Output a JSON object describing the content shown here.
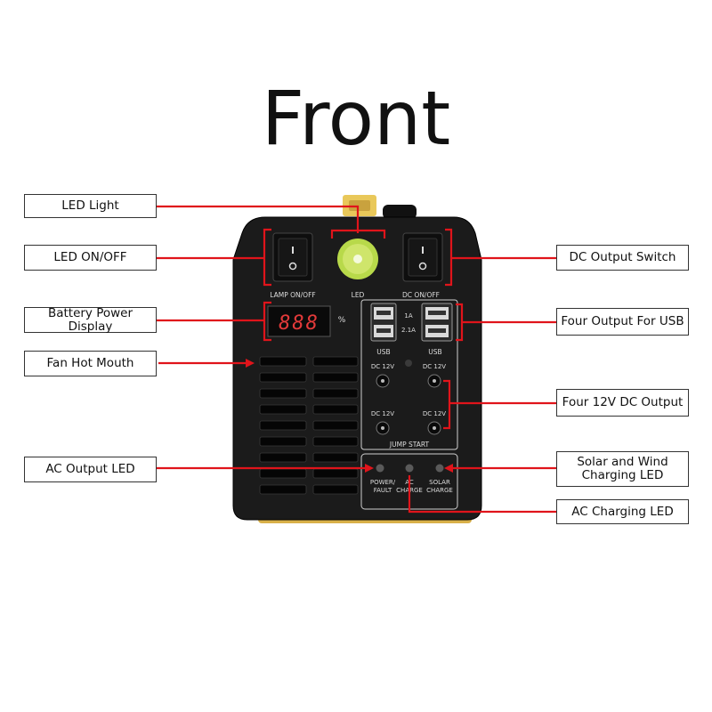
{
  "title": "Front",
  "callouts": {
    "led_light": "LED Light",
    "led_on_off": "LED ON/OFF",
    "battery_display": "Battery Power Display",
    "fan": "Fan Hot Mouth",
    "ac_output_led": "AC Output LED",
    "dc_switch": "DC Output Switch",
    "usb_outputs": "Four Output For USB",
    "dc_outputs": "Four 12V DC Output",
    "solar_wind_line1": "Solar and Wind",
    "solar_wind_line2": "Charging LED",
    "ac_charging_led": "AC Charging LED"
  },
  "device": {
    "lamp_label": "LAMP ON/OFF",
    "led_label": "LED",
    "dc_label": "DC ON/OFF",
    "display_value": "888",
    "percent": "%",
    "usb_a1": "1A",
    "usb_a2": "2.1A",
    "usb_left": "USB",
    "usb_right": "USB",
    "dc12v": "DC 12V",
    "jump_start": "JUMP START",
    "power_fault_1": "POWER/",
    "power_fault_2": "FAULT",
    "ac_charge_1": "AC",
    "ac_charge_2": "CHARGE",
    "solar_charge_1": "SOLAR",
    "solar_charge_2": "CHARGE"
  },
  "colors": {
    "body": "#1b1b1b",
    "panel_line": "#cfcfcf",
    "pointer": "#e0141b",
    "led_green": "#b8d94a",
    "yellow_handle": "#e9c85a"
  }
}
